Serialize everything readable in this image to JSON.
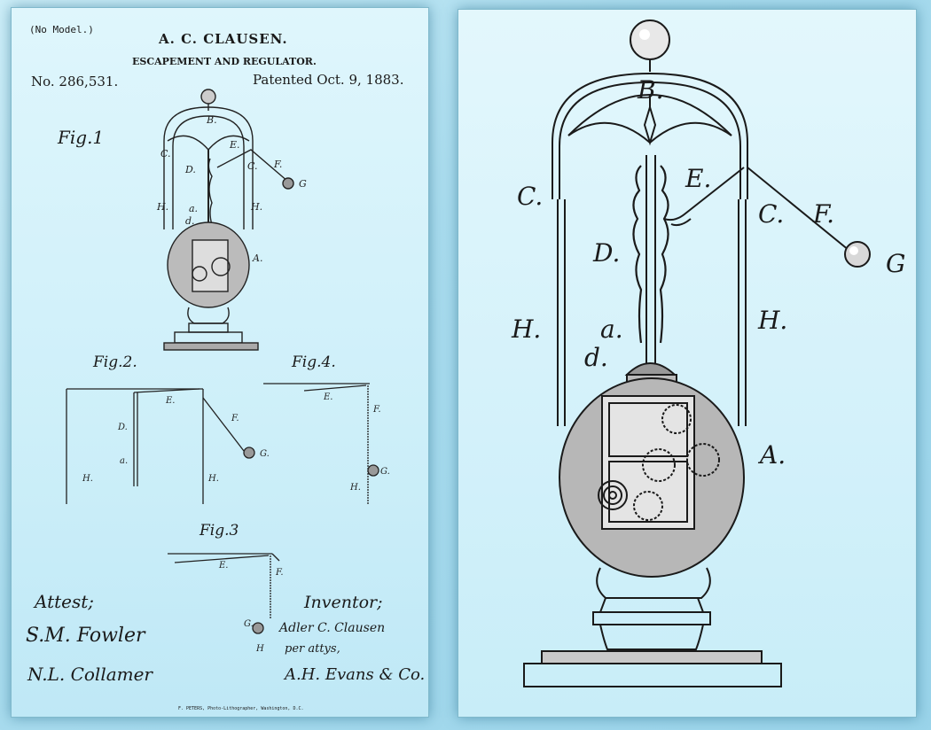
{
  "patent": {
    "no_model": "(No Model.)",
    "inventor_name": "A. C. CLAUSEN.",
    "title": "ESCAPEMENT AND REGULATOR.",
    "number": "No. 286,531.",
    "date": "Patented Oct. 9, 1883.",
    "printer": "F. PETERS, Photo-Lithographer, Washington, D.C."
  },
  "figures": {
    "fig1": "Fig.1",
    "fig2": "Fig.2.",
    "fig3": "Fig.3",
    "fig4": "Fig.4."
  },
  "labels": {
    "A": "A.",
    "B": "B.",
    "C": "C.",
    "D": "D.",
    "E": "E.",
    "F": "F.",
    "G": "G",
    "H": "H.",
    "a": "a.",
    "d": "d."
  },
  "signatures": {
    "attest_heading": "Attest;",
    "witness_1": "S.M. Fowler",
    "witness_2": "N.L. Collamer",
    "inventor_heading": "Inventor;",
    "inventor_sig": "Adler C. Clausen",
    "per_attys": "per attys,",
    "attorneys": "A.H. Evans & Co."
  },
  "colors": {
    "background": "#a9dcee",
    "paper": "#d4f1fa",
    "ink": "#1a1a1a"
  }
}
